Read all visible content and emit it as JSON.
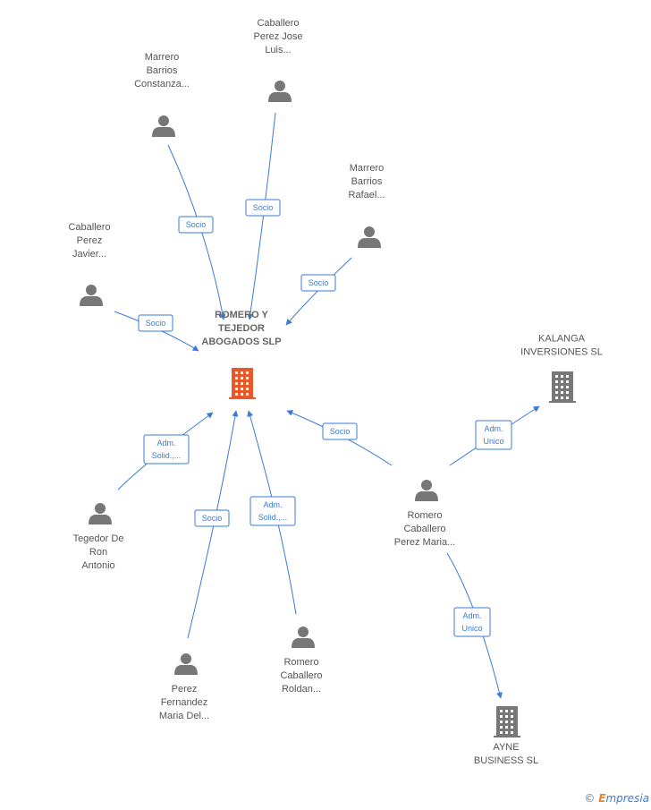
{
  "colors": {
    "edge": "#3a7ad9",
    "person": "#777777",
    "company": "#777777",
    "center_company": "#e8582b"
  },
  "center": {
    "label_lines": [
      "ROMERO Y",
      "TEJEDOR",
      "ABOGADOS SLP"
    ],
    "icon": "building-icon"
  },
  "people": [
    {
      "id": "caballero-perez-jose",
      "label_lines": [
        "Caballero",
        "Perez Jose",
        "Luis..."
      ],
      "icon": "person-icon"
    },
    {
      "id": "marrero-barrios-constanza",
      "label_lines": [
        "Marrero",
        "Barrios",
        "Constanza..."
      ],
      "icon": "person-icon"
    },
    {
      "id": "marrero-barrios-rafael",
      "label_lines": [
        "Marrero",
        "Barrios",
        "Rafael..."
      ],
      "icon": "person-icon"
    },
    {
      "id": "caballero-perez-javier",
      "label_lines": [
        "Caballero",
        "Perez",
        "Javier..."
      ],
      "icon": "person-icon"
    },
    {
      "id": "tegedor-de-ron",
      "label_lines": [
        "Tegedor De",
        "Ron",
        "Antonio"
      ],
      "icon": "person-icon"
    },
    {
      "id": "perez-fernandez",
      "label_lines": [
        "Perez",
        "Fernandez",
        "Maria Del..."
      ],
      "icon": "person-icon"
    },
    {
      "id": "romero-caballero-roldan",
      "label_lines": [
        "Romero",
        "Caballero",
        "Roldan..."
      ],
      "icon": "person-icon"
    },
    {
      "id": "romero-caballero-perez",
      "label_lines": [
        "Romero",
        "Caballero",
        "Perez Maria..."
      ],
      "icon": "person-icon"
    }
  ],
  "companies": [
    {
      "id": "kalanga",
      "label_lines": [
        "KALANGA",
        "INVERSIONES SL"
      ],
      "icon": "building-icon"
    },
    {
      "id": "ayne",
      "label_lines": [
        "AYNE",
        "BUSINESS SL"
      ],
      "icon": "building-icon"
    }
  ],
  "edges": [
    {
      "from": "caballero-perez-jose",
      "to": "center",
      "label_lines": [
        "Socio"
      ]
    },
    {
      "from": "marrero-barrios-constanza",
      "to": "center",
      "label_lines": [
        "Socio"
      ]
    },
    {
      "from": "marrero-barrios-rafael",
      "to": "center",
      "label_lines": [
        "Socio"
      ]
    },
    {
      "from": "caballero-perez-javier",
      "to": "center",
      "label_lines": [
        "Socio"
      ]
    },
    {
      "from": "tegedor-de-ron",
      "to": "center",
      "label_lines": [
        "Adm.",
        "Solid.,..."
      ]
    },
    {
      "from": "perez-fernandez",
      "to": "center",
      "label_lines": [
        "Socio"
      ]
    },
    {
      "from": "romero-caballero-roldan",
      "to": "center",
      "label_lines": [
        "Adm.",
        "Solid.,..."
      ]
    },
    {
      "from": "romero-caballero-perez",
      "to": "center",
      "label_lines": [
        "Socio"
      ]
    },
    {
      "from": "romero-caballero-perez",
      "to": "kalanga",
      "label_lines": [
        "Adm.",
        "Unico"
      ]
    },
    {
      "from": "romero-caballero-perez",
      "to": "ayne",
      "label_lines": [
        "Adm.",
        "Unico"
      ]
    }
  ],
  "footer": {
    "copyright_symbol": "©",
    "brand_initial": "E",
    "brand_rest": "mpresia"
  }
}
